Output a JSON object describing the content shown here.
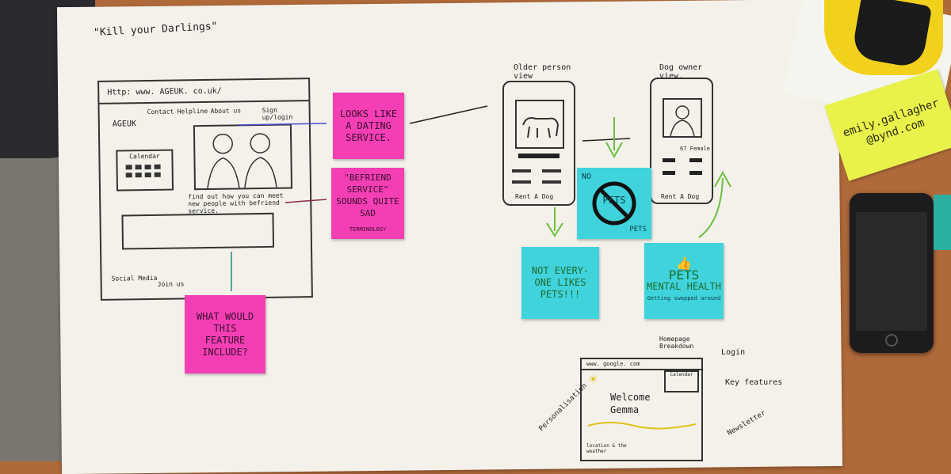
{
  "poster": {
    "title": "\"Kill your Darlings\""
  },
  "website_sketch": {
    "url": "Http: www. AGEUK. co.uk/",
    "nav": [
      "Contact",
      "Helpline",
      "About us"
    ],
    "signup": "Sign up/login",
    "logo": "AGEUK",
    "calendar_label": "Calendar",
    "caption": "find out how you can meet new people with befriend service.",
    "footer_social": "Social Media",
    "footer_join": "Join us"
  },
  "notes": {
    "dating": "LOOKS LIKE A DATING SERVICE.",
    "befriend_title": "\"BEFRIEND SERVICE\"",
    "befriend_body": "SOUNDS QUITE SAD",
    "befriend_footer": "TERMINOLOGY",
    "feature": "WHAT WOULD THIS FEATURE INCLUDE?",
    "no_pets_top": "NO",
    "no_pets_center": "PETS",
    "no_pets_bottom": "PETS",
    "not_everyone": "NOT EVERY-ONE LIKES PETS!!!",
    "pets_title": "PETS",
    "pets_body": "MENTAL HEALTH",
    "pets_footer": "Getting swapped around",
    "email": "emily.gallagher @bynd.com"
  },
  "phones": {
    "older_label": "Older person view",
    "dog_owner_label": "Dog owner view.",
    "older_button": "Rent A Dog",
    "owner_button": "Rent A Dog",
    "owner_caption": "67 Female"
  },
  "bottom_sketch": {
    "url": "www. google. com",
    "calendar": "Calendar",
    "welcome": "Welcome Gemma",
    "location": "location & the weather",
    "annotations": [
      "Homepage Breakdown",
      "Login",
      "Key features",
      "Personalisation",
      "Newsletter"
    ]
  },
  "colors": {
    "table": "#b06a3a",
    "paper": "#f3f1ea",
    "pink": "#f43fb4",
    "cyan": "#3fd3dc",
    "yellow": "#e8f24a"
  }
}
